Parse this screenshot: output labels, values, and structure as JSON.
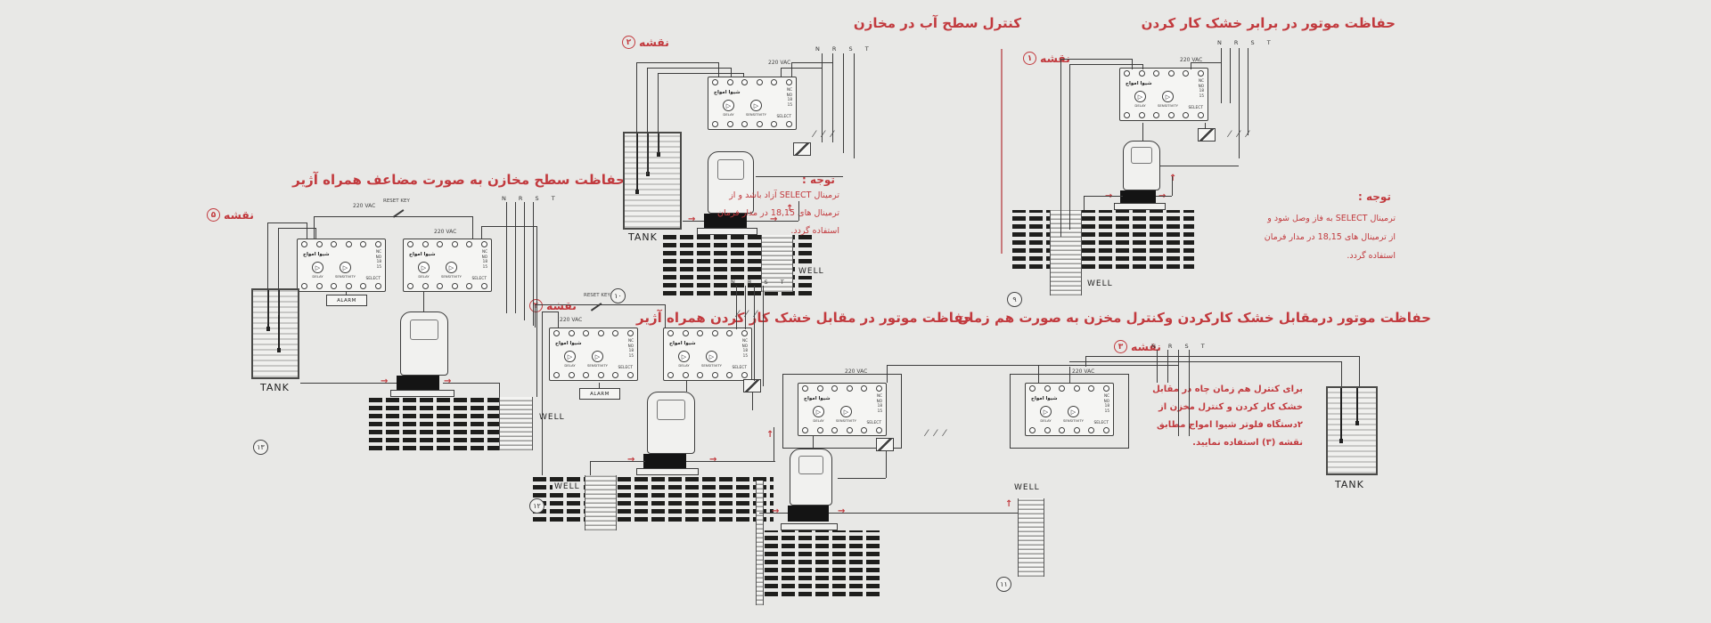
{
  "canvas": {
    "bg_color": "#e8e8e6",
    "accent_color": "#c23a3e"
  },
  "relay_labels": {
    "brand": "شیوا امواج",
    "dial_left": "DELAY",
    "dial_right": "SENSITIVITY",
    "side_terminals": [
      "NC",
      "NO",
      "18",
      "15"
    ],
    "select": "SELECT",
    "voltage": "220 VAC"
  },
  "sections": {
    "top_right": {
      "title": "حفاظت موتور در برابر خشک کار کردن",
      "map_label": "نقشه",
      "map_number": "۱",
      "figure_number": "۹",
      "power_lines": "N R S T",
      "well_label": "WELL",
      "note": {
        "heading": "توجه :",
        "lines": [
          "ترمینال SELECT به فاز وصل شود و",
          "از ترمینال های 18,15 در مدار فرمان",
          "استفاده گردد."
        ]
      }
    },
    "top_middle": {
      "title": "کنترل سطح آب در مخازن",
      "map_label": "نقشه",
      "map_number": "۲",
      "figure_number": "۱۰",
      "power_lines": "N R S T",
      "tank_label": "TANK",
      "well_label": "WELL",
      "note": {
        "heading": "توجه :",
        "lines": [
          "ترمینال SELECT آزاد باشد و از",
          "ترمینال های 18,15 در مدار فرمان",
          "استفاده گردد."
        ]
      }
    },
    "left": {
      "title": "حفاظت سطح مخازن به صورت مضاعف همراه آژیر",
      "map_label": "نقشه",
      "map_number": "۵",
      "figure_number": "۱۳",
      "power_lines": "N R S T",
      "reset_key_label": "RESET KEY",
      "alarm_label": "ALARM",
      "tank_label": "TANK",
      "well_label": "WELL"
    },
    "bottom_middle": {
      "title": "حفاظت موتور در مقابل خشک کار کردن همراه آژیر",
      "map_label": "نقشه",
      "map_number": "۴",
      "figure_number": "۱۲",
      "power_lines": "N R S T",
      "reset_key_label": "RESET KEY",
      "alarm_label": "ALARM",
      "well_label": "WELL"
    },
    "bottom_right": {
      "title": "حفاظت موتور درمقابل خشک کارکردن وکنترل مخزن به صورت هم زمان",
      "map_label": "نقشه",
      "map_number": "۳",
      "figure_number": "۱۱",
      "power_lines": "N R S T",
      "tank_label": "TANK",
      "well_label": "WELL",
      "paragraph_lines": [
        "برای کنترل هم زمان چاه در مقابل",
        "خشک کار کردن و کنترل مخزن از",
        "۲دستگاه فلوتر شیوا امواج مطابق",
        "نقشه (۳) استفاده نمایید."
      ]
    }
  }
}
